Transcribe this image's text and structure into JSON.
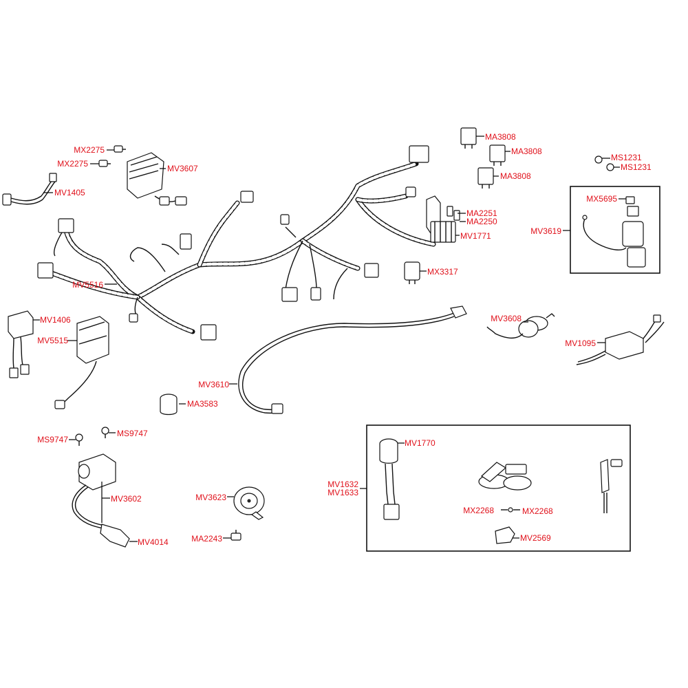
{
  "colors": {
    "label": "#e0101a",
    "line": "#000000",
    "background": "#ffffff"
  },
  "parts": {
    "mx2275_a": "MX2275",
    "mx2275_b": "MX2275",
    "mv1405": "MV1405",
    "mv3607": "MV3607",
    "ma3808_a": "MA3808",
    "ma3808_b": "MA3808",
    "ma3808_c": "MA3808",
    "ms1231_a": "MS1231",
    "ms1231_b": "MS1231",
    "mx5695": "MX5695",
    "mv3619": "MV3619",
    "ma2251": "MA2251",
    "ma2250": "MA2250",
    "mv1771": "MV1771",
    "mx3317": "MX3317",
    "mv5516": "MV5516",
    "mv1406": "MV1406",
    "mv5515": "MV5515",
    "mv3608": "MV3608",
    "mv1095": "MV1095",
    "mv3610": "MV3610",
    "ma3583": "MA3583",
    "ms9747_a": "MS9747",
    "ms9747_b": "MS9747",
    "mv1770": "MV1770",
    "mv1632": "MV1632",
    "mv1633": "MV1633",
    "mv3602": "MV3602",
    "mv3623": "MV3623",
    "mx2268_a": "MX2268",
    "mx2268_b": "MX2268",
    "mv2569": "MV2569",
    "mv4014": "MV4014",
    "ma2243": "MA2243"
  }
}
